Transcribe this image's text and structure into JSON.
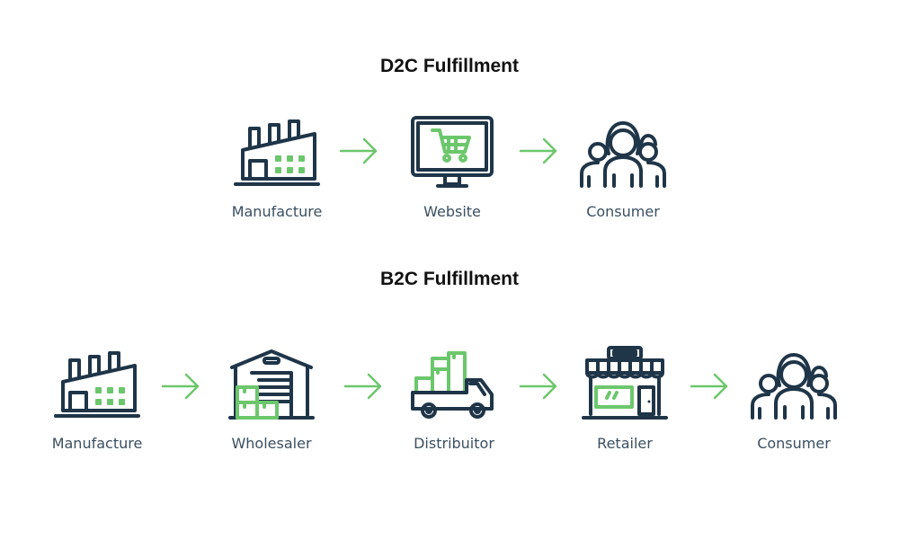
{
  "colors": {
    "navy": "#1f3548",
    "green": "#6cc76c",
    "label": "#3a4f60"
  },
  "rows": [
    {
      "title": "D2C Fulfillment",
      "nodes": [
        {
          "label": "Manufacture",
          "icon": "factory-icon"
        },
        {
          "label": "Website",
          "icon": "monitor-cart-icon"
        },
        {
          "label": "Consumer",
          "icon": "people-icon"
        }
      ]
    },
    {
      "title": "B2C Fulfillment",
      "nodes": [
        {
          "label": "Manufacture",
          "icon": "factory-icon"
        },
        {
          "label": "Wholesaler",
          "icon": "warehouse-icon"
        },
        {
          "label": "Distribuitor",
          "icon": "truck-icon"
        },
        {
          "label": "Retailer",
          "icon": "store-icon"
        },
        {
          "label": "Consumer",
          "icon": "people-icon"
        }
      ]
    }
  ]
}
